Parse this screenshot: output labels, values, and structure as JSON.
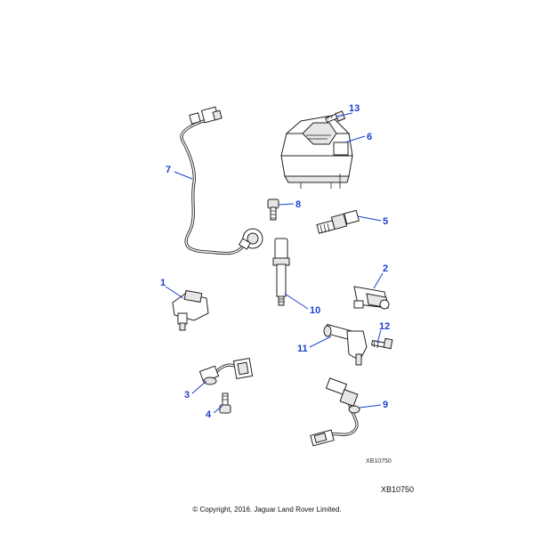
{
  "callouts": {
    "c1": "1",
    "c2": "2",
    "c3": "3",
    "c4": "4",
    "c5": "5",
    "c6": "6",
    "c7": "7",
    "c8": "8",
    "c9": "9",
    "c10": "10",
    "c11": "11",
    "c12": "12",
    "c13": "13"
  },
  "reference_small": "XB10750",
  "reference_large": "XB10750",
  "copyright": "© Copyright, 2016. Jaguar Land Rover Limited.",
  "colors": {
    "callout": "#1a3fd1",
    "line_art": "#222222"
  }
}
